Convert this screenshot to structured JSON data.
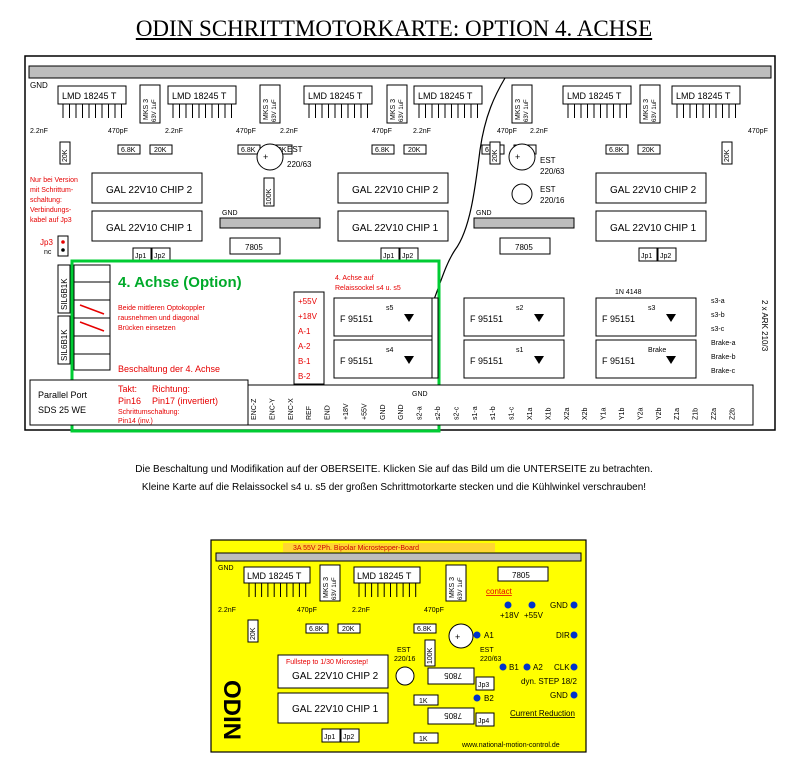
{
  "title": "ODIN SCHRITTMOTORKARTE: OPTION 4. ACHSE",
  "caption_line1": "Die Beschaltung und Modifikation auf der OBERSEITE. Klicken Sie auf das Bild um die UNTERSEITE zu betrachten.",
  "caption_line2": "Kleine Karte auf die Relaissockel s4 u. s5 der großen Schrittmotorkarte stecken und die Kühlwinkel verschrauben!",
  "colors": {
    "highlight_green": "#00cc33",
    "annotation_red": "#e60000",
    "board_yellow": "#ffff00",
    "heatsink_gray": "#bdbdbd"
  },
  "board1": {
    "gnd": "GND",
    "ic_label": "LMD 18245 T",
    "cap_mks": "MKS 3",
    "cap_mks_value": "63V 1uF",
    "c_2n2": "2.2nF",
    "c_470p": "470pF",
    "r_20k": "20K",
    "r_6k8": "6.8K",
    "r_100k": "100K",
    "est_label": "EST",
    "est_value": "220/63",
    "est2_value": "220/16",
    "gal_chip2": "GAL 22V10  CHIP 2",
    "gal_chip1": "GAL 22V10  CHIP 1",
    "reg_7805": "7805",
    "jp1": "Jp1",
    "jp2": "Jp2",
    "jp3": "Jp3",
    "nc": "nc",
    "note_version": [
      "Nur bei Version",
      "mit Schrittum-",
      "schaltung:",
      "Verbindungs-",
      "kabel auf Jp3"
    ],
    "sil_label": "SIL6B1K",
    "option_title": "4. Achse (Option)",
    "option_note": [
      "Beide mittleren Optokoppler",
      "rausnehmen und diagonal",
      "Brücken einsetzen"
    ],
    "beschaltung": "Beschaltung der 4. Achse",
    "relay_note": [
      "4. Achse auf",
      "Relaissockel s4 u. s5"
    ],
    "relay_type": "F 95151",
    "relay_s1": "s1",
    "relay_s2": "s2",
    "relay_s3": "s3",
    "relay_s4": "s4",
    "relay_s5": "s5",
    "brake": "Brake",
    "diode": "1N 4148",
    "supply_pins": [
      "+55V",
      "+18V",
      "A-1",
      "A-2",
      "B-1",
      "B-2"
    ],
    "right_pins": [
      "s3-a",
      "s3-b",
      "s3-c",
      "Brake-a",
      "Brake-b",
      "Brake-c"
    ],
    "ark": "2 x ARK 210/3",
    "parallel_port": "Parallel Port",
    "sds": "SDS 25 WE",
    "takt": "Takt:",
    "richtung": "Richtung:",
    "pin16": "Pin16",
    "pin17": "Pin17 (invertiert)",
    "schrittum": "Schrittumschaltung:",
    "pin14": "Pin14 (inv.)",
    "terminals": [
      "ENC-Z",
      "ENC-Y",
      "ENC-X",
      "REF",
      "END",
      "+18V",
      "+55V",
      "GND",
      "GND",
      "s2-a",
      "s2-b",
      "s2-c",
      "s1-a",
      "s1-b",
      "s1-c",
      "X1a",
      "X1b",
      "X2a",
      "X2b",
      "Y1a",
      "Y1b",
      "Y2a",
      "Y2b",
      "Z1a",
      "Z1b",
      "Z2a",
      "Z2b"
    ]
  },
  "board2": {
    "header": "3A 55V 2Ph. Bipolar Microstepper-Board",
    "gnd": "GND",
    "ic_label": "LMD 18245 T",
    "cap_mks": "MKS 3",
    "cap_mks_value": "63V 1uF",
    "reg_7805": "7805",
    "contact": "contact",
    "c_2n2": "2.2nF",
    "c_470p": "470pF",
    "r_20k": "20K",
    "r_6k8": "6.8K",
    "r_100k": "100K",
    "r_1k": "1K",
    "pin_18v": "+18V",
    "pin_55v": "+55V",
    "a1": "A1",
    "a2": "A2",
    "b1": "B1",
    "b2": "B2",
    "gnd_pin": "GND",
    "dir": "DIR",
    "clk": "CLK",
    "est_label": "EST",
    "est_value": "220/63",
    "est2_value": "220/16",
    "fullstep": "Fullstep to 1/30 Microstep!",
    "gal_chip2": "GAL 22V10  CHIP 2",
    "gal_chip1": "GAL 22V10  CHIP 1",
    "jp1": "Jp1",
    "jp2": "Jp2",
    "jp3": "Jp3",
    "jp4": "Jp4",
    "dyn_step": "dyn. STEP 18/2",
    "current_reduction": "Current Reduction",
    "odin": "ODIN",
    "url": "www.national-motion-control.de"
  }
}
